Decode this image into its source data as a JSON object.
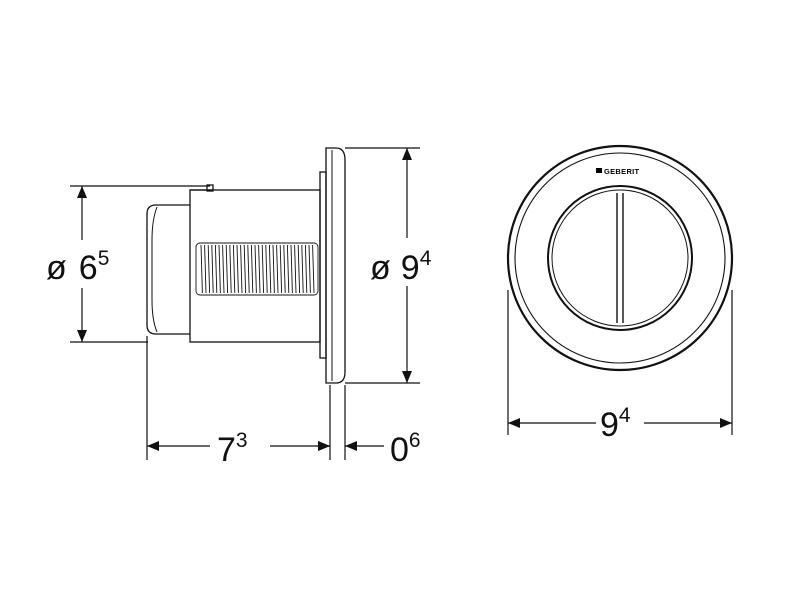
{
  "dimensions": {
    "left_diameter": {
      "symbol": "ø",
      "main": "6",
      "sup": "5"
    },
    "body_length": {
      "main": "7",
      "sup": "3"
    },
    "plate_thickness": {
      "main": "0",
      "sup": "6"
    },
    "plate_diameter": {
      "symbol": "ø",
      "main": "9",
      "sup": "4"
    },
    "front_width": {
      "main": "9",
      "sup": "4"
    }
  },
  "front_view": {
    "brand_label": "GEBERIT"
  },
  "colors": {
    "line": "#111111",
    "background": "#ffffff"
  }
}
